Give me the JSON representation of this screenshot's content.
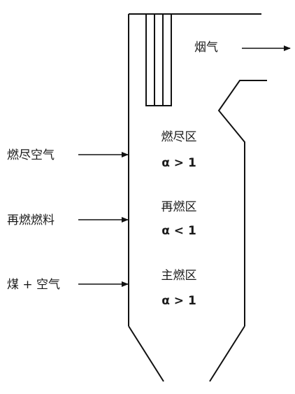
{
  "outlet": {
    "label": "烟气"
  },
  "inputs": [
    {
      "label": "燃尽空气"
    },
    {
      "label": "再燃燃料"
    },
    {
      "label": "煤 + 空气"
    }
  ],
  "zones": [
    {
      "name": "燃尽区",
      "alpha": "α > 1"
    },
    {
      "name": "再燃区",
      "alpha": "α < 1"
    },
    {
      "name": "主燃区",
      "alpha": "α > 1"
    }
  ],
  "colors": {
    "line": "#111111",
    "background": "#ffffff"
  }
}
